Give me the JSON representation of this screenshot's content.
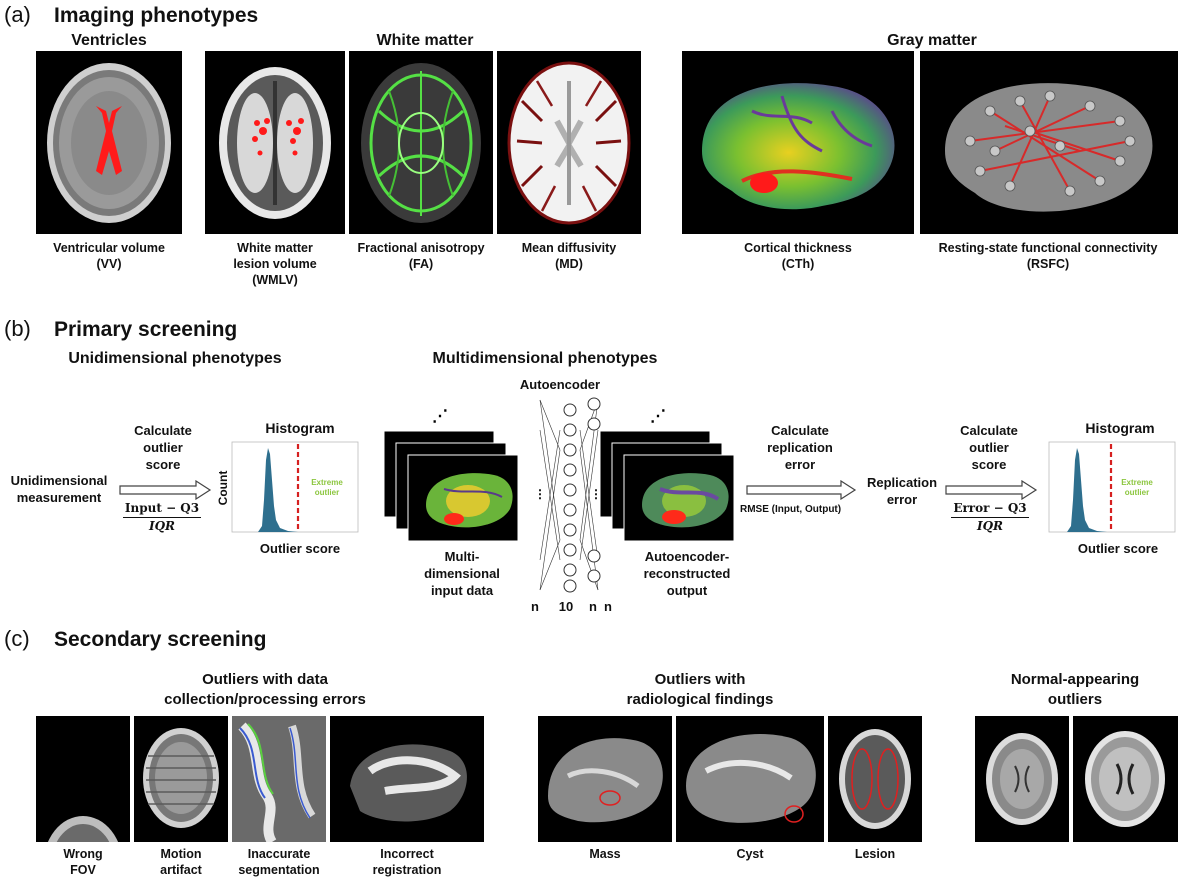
{
  "panel_a": {
    "letter": "(a)",
    "title": "Imaging phenotypes",
    "headers": {
      "ventricles": "Ventricles",
      "white_matter": "White matter",
      "gray_matter": "Gray matter"
    },
    "images": [
      {
        "line1": "Ventricular volume",
        "line2": "(VV)",
        "line3": ""
      },
      {
        "line1": "White matter",
        "line2": "lesion volume",
        "line3": "(WMLV)"
      },
      {
        "line1": "Fractional anisotropy",
        "line2": "(FA)",
        "line3": ""
      },
      {
        "line1": "Mean diffusivity",
        "line2": "(MD)",
        "line3": ""
      },
      {
        "line1": "Cortical thickness",
        "line2": "(CTh)",
        "line3": ""
      },
      {
        "line1": "Resting-state functional connectivity",
        "line2": "(RSFC)",
        "line3": ""
      }
    ]
  },
  "panel_b": {
    "letter": "(b)",
    "title": "Primary screening",
    "uni_title": "Unidimensional phenotypes",
    "multi_title": "Multidimensional phenotypes",
    "uni_measure": [
      "Unidimensional",
      "measurement"
    ],
    "calc_outlier": [
      "Calculate",
      "outlier",
      "score"
    ],
    "formula1": {
      "num": "Input − Q3",
      "den": "IQR"
    },
    "histogram": "Histogram",
    "count": "Count",
    "extreme": [
      "Extreme",
      "outlier"
    ],
    "outlier_score": "Outlier score",
    "autoencoder": "Autoencoder",
    "input_data": [
      "Multi-",
      "dimensional",
      "input data"
    ],
    "output": [
      "Autoencoder-",
      "reconstructed",
      "output"
    ],
    "nodes": [
      "n",
      "10",
      "n",
      "n"
    ],
    "calc_replication": [
      "Calculate",
      "replication",
      "error"
    ],
    "rmse": "RMSE (Input, Output)",
    "replication_error": [
      "Replication",
      "error"
    ],
    "calc_outlier2": [
      "Calculate",
      "outlier",
      "score"
    ],
    "formula2": {
      "num": "Error − Q3",
      "den": "IQR"
    },
    "histogram2": "Histogram",
    "extreme2": [
      "Extreme",
      "outlier"
    ],
    "outlier_score2": "Outlier score"
  },
  "panel_c": {
    "letter": "(c)",
    "title": "Secondary screening",
    "group1": [
      "Outliers with data",
      "collection/processing errors"
    ],
    "group2": [
      "Outliers with",
      "radiological findings"
    ],
    "group3": [
      "Normal-appearing",
      "outliers"
    ],
    "images": [
      {
        "line1": "Wrong",
        "line2": "FOV"
      },
      {
        "line1": "Motion",
        "line2": "artifact"
      },
      {
        "line1": "Inaccurate",
        "line2": "segmentation"
      },
      {
        "line1": "Incorrect",
        "line2": "registration"
      },
      {
        "line1": "Mass",
        "line2": ""
      },
      {
        "line1": "Cyst",
        "line2": ""
      },
      {
        "line1": "Lesion",
        "line2": ""
      }
    ]
  },
  "colors": {
    "red_line": "#d62020",
    "hist_bar": "#2e6f8e",
    "extreme_text": "#8cc63f"
  }
}
